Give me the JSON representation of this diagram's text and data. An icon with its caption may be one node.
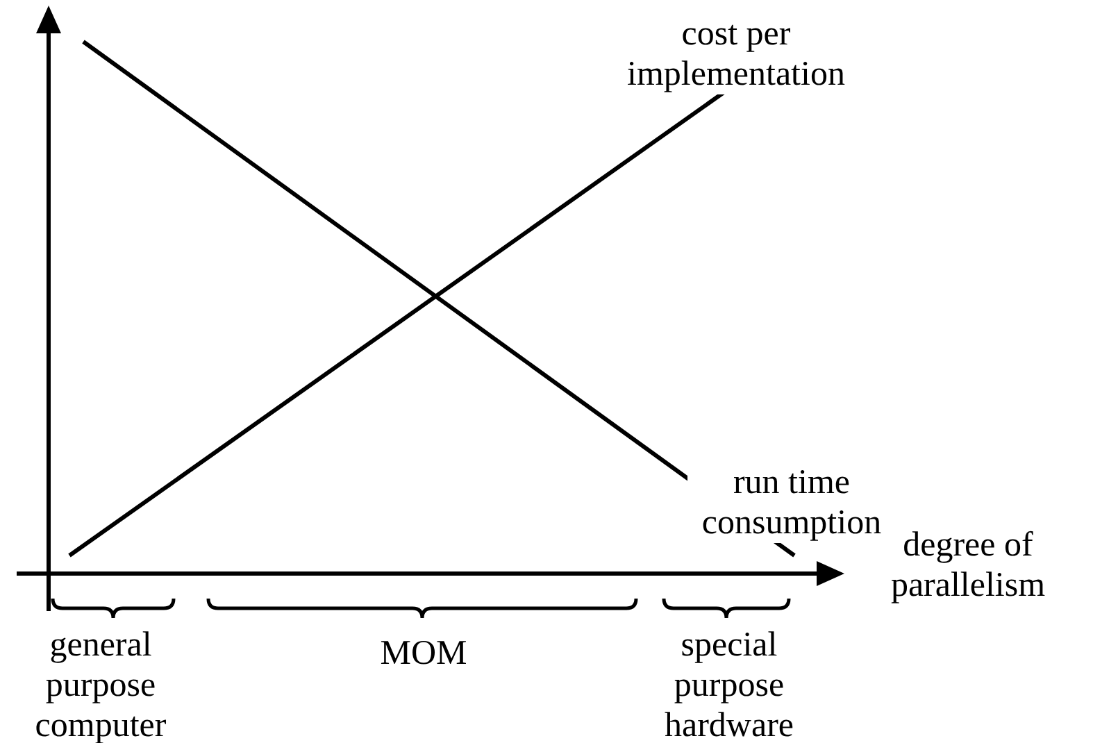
{
  "diagram": {
    "labels": [
      "cost per implementation",
      "run time consumption",
      "degree of parallelism",
      "general purpose computer",
      "MOM",
      "special purpose hardware"
    ]
  }
}
